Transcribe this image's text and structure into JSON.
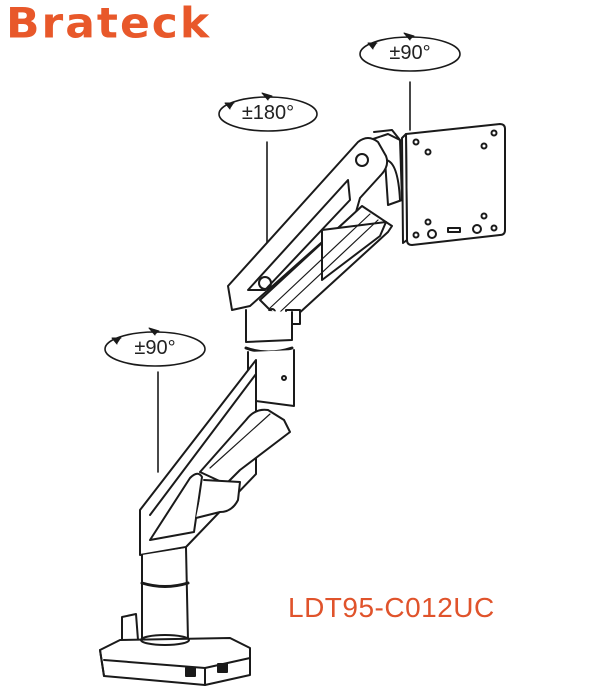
{
  "brand": {
    "name": "Brateck",
    "color": "#e8582a"
  },
  "product": {
    "model": "LDT95-C012UC",
    "color": "#e0532b"
  },
  "rotations": [
    {
      "id": "monitor-tilt",
      "label": "±90°",
      "target": "VESA plate"
    },
    {
      "id": "upper-arm",
      "label": "±180°",
      "target": "upper arm"
    },
    {
      "id": "lower-arm",
      "label": "±90°",
      "target": "lower arm"
    }
  ],
  "line_color": "#1a1a1a"
}
